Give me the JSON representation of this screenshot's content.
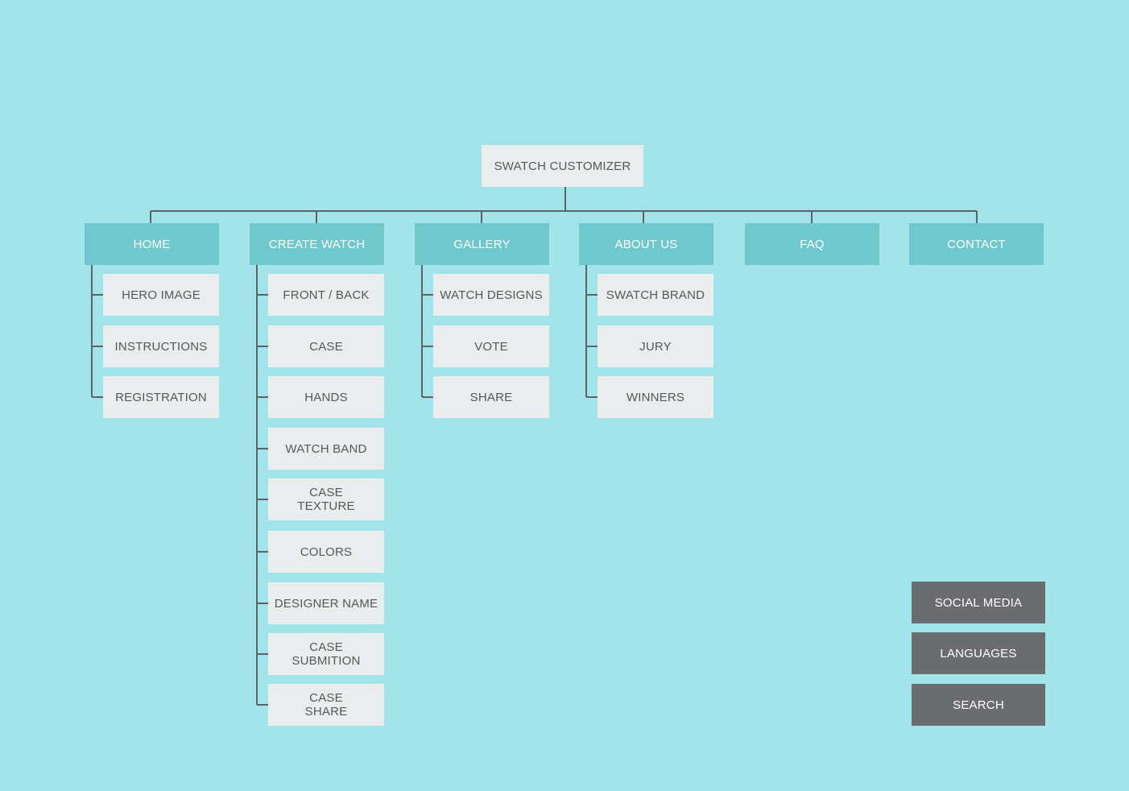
{
  "sitemap": {
    "root": "SWATCH CUSTOMIZER",
    "sections": [
      {
        "label": "HOME",
        "children": [
          "HERO IMAGE",
          "INSTRUCTIONS",
          "REGISTRATION"
        ]
      },
      {
        "label": "CREATE WATCH",
        "children": [
          "FRONT / BACK",
          "CASE",
          "HANDS",
          "WATCH BAND",
          "CASE\nTEXTURE",
          "COLORS",
          "DESIGNER NAME",
          "CASE\nSUBMITION",
          "CASE\nSHARE"
        ]
      },
      {
        "label": "GALLERY",
        "children": [
          "WATCH DESIGNS",
          "VOTE",
          "SHARE"
        ]
      },
      {
        "label": "ABOUT US",
        "children": [
          "SWATCH BRAND",
          "JURY",
          "WINNERS"
        ]
      },
      {
        "label": "FAQ",
        "children": []
      },
      {
        "label": "CONTACT",
        "children": []
      }
    ],
    "utilities": [
      "SOCIAL MEDIA",
      "LANGUAGES",
      "SEARCH"
    ]
  },
  "colors": {
    "background": "#a3e4ea",
    "section": "#6fc8cc",
    "box": "#ebeced",
    "box_text": "#555859",
    "utility": "#6a6c6f",
    "line": "#5b6468"
  }
}
